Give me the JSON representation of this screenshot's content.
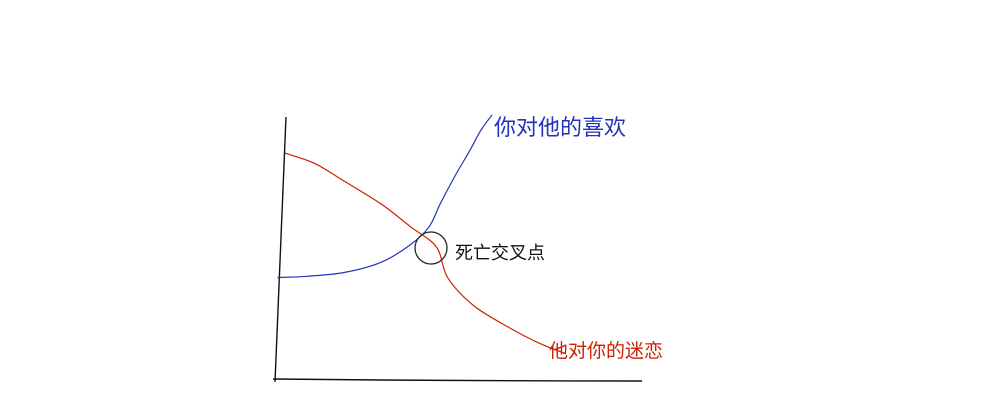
{
  "chart_data": {
    "type": "line",
    "title": "",
    "xlabel": "",
    "ylabel": "",
    "xlim": [
      0,
      10
    ],
    "ylim": [
      0,
      10
    ],
    "grid": false,
    "series": [
      {
        "name": "你对他的喜欢",
        "color": "#2233bb",
        "x": [
          0.2,
          1.0,
          2.0,
          3.0,
          3.8,
          4.3,
          4.6,
          5.0,
          5.4,
          5.7,
          6.0
        ],
        "y": [
          3.6,
          3.65,
          3.8,
          4.2,
          4.9,
          5.6,
          6.5,
          7.6,
          8.6,
          9.4,
          10.0
        ]
      },
      {
        "name": "他对你的迷恋",
        "color": "#cc2200",
        "x": [
          0.4,
          1.2,
          2.0,
          3.0,
          3.8,
          4.5,
          4.8,
          5.5,
          6.5,
          7.3,
          8.0
        ],
        "y": [
          8.5,
          8.1,
          7.4,
          6.5,
          5.6,
          4.8,
          3.6,
          2.5,
          1.6,
          1.0,
          0.6
        ]
      }
    ],
    "annotations": [
      {
        "text": "死亡交叉点",
        "x": 4.5,
        "y": 5.0
      }
    ]
  }
}
